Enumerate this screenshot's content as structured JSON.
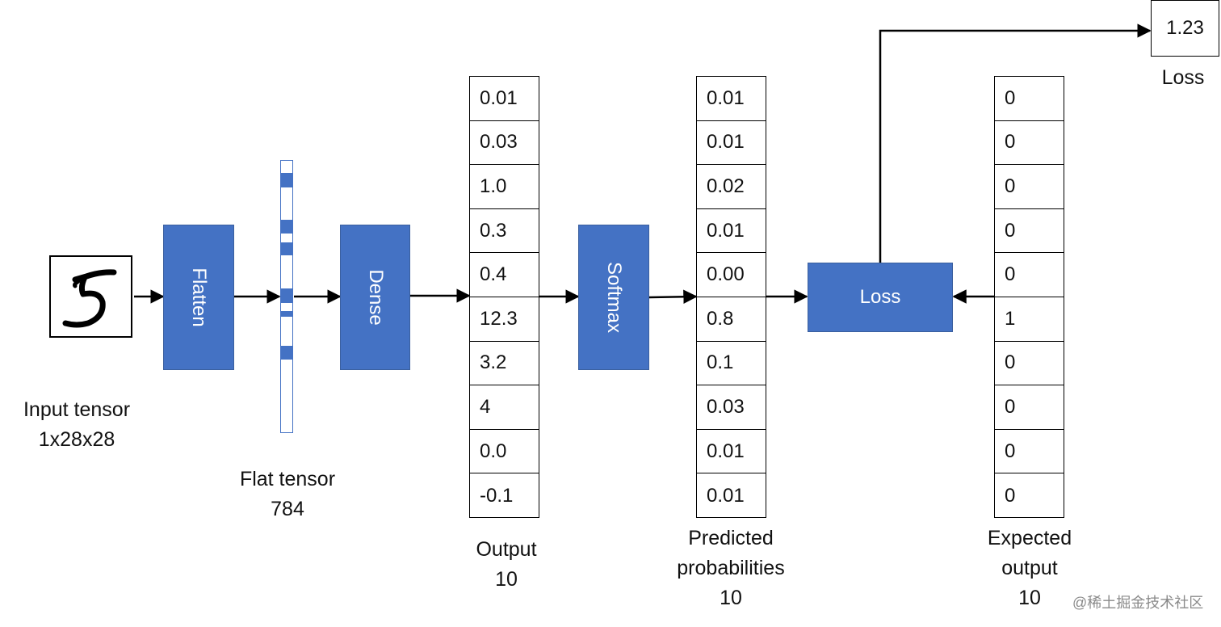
{
  "blocks": {
    "flatten": "Flatten",
    "dense": "Dense",
    "softmax": "Softmax",
    "loss": "Loss"
  },
  "input": {
    "caption_line1": "Input tensor",
    "caption_line2": "1x28x28"
  },
  "flat": {
    "caption_line1": "Flat tensor",
    "caption_line2": "784"
  },
  "output": {
    "values": [
      "0.01",
      "0.03",
      "1.0",
      "0.3",
      "0.4",
      "12.3",
      "3.2",
      "4",
      "0.0",
      "-0.1"
    ],
    "caption_line1": "Output",
    "caption_line2": "10"
  },
  "predicted": {
    "values": [
      "0.01",
      "0.01",
      "0.02",
      "0.01",
      "0.00",
      "0.8",
      "0.1",
      "0.03",
      "0.01",
      "0.01"
    ],
    "caption_line1": "Predicted",
    "caption_line2": "probabilities",
    "caption_line3": "10"
  },
  "expected": {
    "values": [
      "0",
      "0",
      "0",
      "0",
      "0",
      "1",
      "0",
      "0",
      "0",
      "0"
    ],
    "caption_line1": "Expected",
    "caption_line2": "output",
    "caption_line3": "10"
  },
  "loss_result": {
    "value": "1.23",
    "caption": "Loss"
  },
  "watermark": "@稀土掘金技术社区",
  "colors": {
    "block": "#4472c4",
    "arrow": "#000000"
  }
}
